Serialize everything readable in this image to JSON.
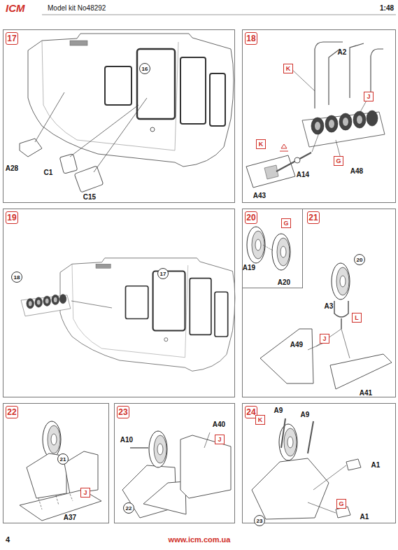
{
  "diagram": {
    "nodes": [
      {
        "text": [
          "17"
        ]
      },
      {
        "text": [
          "16"
        ],
        "in": 0
      },
      {
        "text": [
          "18"
        ]
      },
      {
        "text": [
          "K"
        ],
        "in": 2
      },
      {
        "text": [
          "J"
        ],
        "in": 2
      },
      {
        "text": [
          "K"
        ],
        "in": 2
      },
      {
        "text": [
          "G"
        ],
        "in": 2
      },
      {
        "text": [
          "19"
        ]
      },
      {
        "text": [
          "18"
        ],
        "in": 7
      },
      {
        "text": [
          "17"
        ],
        "in": 7
      },
      {
        "text": [
          "20"
        ]
      },
      {
        "text": [
          "G"
        ],
        "in": 10
      },
      {
        "text": [
          "21"
        ]
      },
      {
        "text": [
          "20"
        ],
        "in": 12
      },
      {
        "text": [
          "L"
        ],
        "in": 12
      },
      {
        "text": [
          "J"
        ],
        "in": 12
      },
      {
        "text": [
          "22"
        ]
      },
      {
        "text": [
          "21"
        ],
        "in": 16
      },
      {
        "text": [
          "J"
        ],
        "in": 16
      },
      {
        "text": [
          "23"
        ]
      },
      {
        "text": [
          "22"
        ],
        "in": 19
      },
      {
        "text": [
          "J"
        ],
        "in": 19
      },
      {
        "text": [
          "24"
        ]
      },
      {
        "text": [
          "K"
        ],
        "in": 22
      },
      {
        "text": [
          "23"
        ],
        "in": 22
      },
      {
        "text": [
          "G"
        ],
        "in": 22
      }
    ],
    "labels": [
      "ICM",
      "Model kit No48292",
      "1:48",
      "A28",
      "C1",
      "C15",
      "A2",
      "A14",
      "A48",
      "A43",
      "A19",
      "A20",
      "A3",
      "A49",
      "A41",
      "A37",
      "A10",
      "A40",
      "A9",
      "A9",
      "A1",
      "A1",
      "4",
      "www.icm.com.ua"
    ]
  }
}
